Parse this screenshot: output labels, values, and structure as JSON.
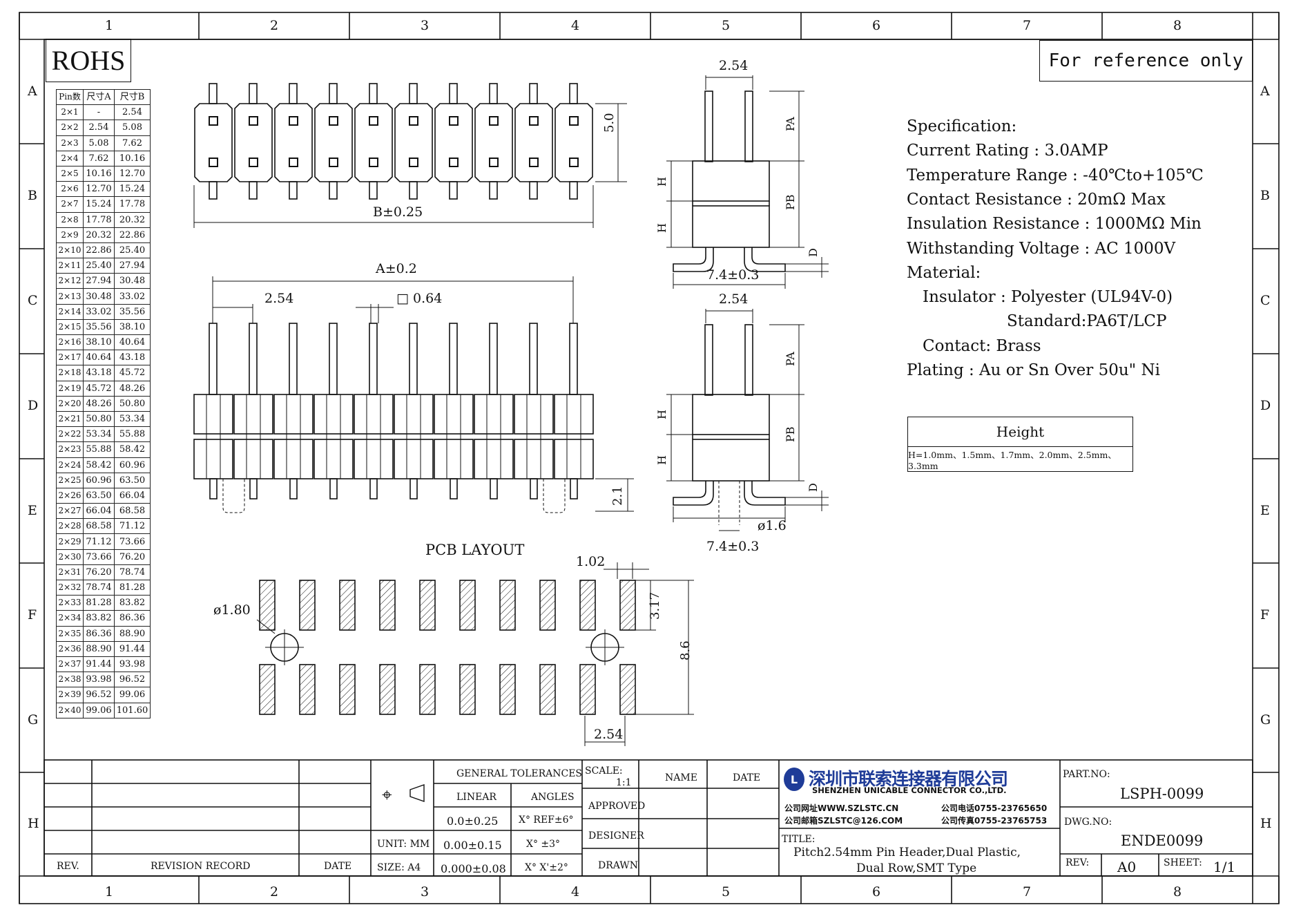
{
  "frame": {
    "cols": [
      "1",
      "2",
      "3",
      "4",
      "5",
      "6",
      "7",
      "8"
    ],
    "rows": [
      "A",
      "B",
      "C",
      "D",
      "E",
      "F",
      "G",
      "H"
    ]
  },
  "rohs": "ROHS",
  "reference_note": "For reference only",
  "pin_table": {
    "headers": [
      "Pin数",
      "尺寸A",
      "尺寸B"
    ],
    "rows": [
      [
        "2×1",
        "-",
        "2.54"
      ],
      [
        "2×2",
        "2.54",
        "5.08"
      ],
      [
        "2×3",
        "5.08",
        "7.62"
      ],
      [
        "2×4",
        "7.62",
        "10.16"
      ],
      [
        "2×5",
        "10.16",
        "12.70"
      ],
      [
        "2×6",
        "12.70",
        "15.24"
      ],
      [
        "2×7",
        "15.24",
        "17.78"
      ],
      [
        "2×8",
        "17.78",
        "20.32"
      ],
      [
        "2×9",
        "20.32",
        "22.86"
      ],
      [
        "2×10",
        "22.86",
        "25.40"
      ],
      [
        "2×11",
        "25.40",
        "27.94"
      ],
      [
        "2×12",
        "27.94",
        "30.48"
      ],
      [
        "2×13",
        "30.48",
        "33.02"
      ],
      [
        "2×14",
        "33.02",
        "35.56"
      ],
      [
        "2×15",
        "35.56",
        "38.10"
      ],
      [
        "2×16",
        "38.10",
        "40.64"
      ],
      [
        "2×17",
        "40.64",
        "43.18"
      ],
      [
        "2×18",
        "43.18",
        "45.72"
      ],
      [
        "2×19",
        "45.72",
        "48.26"
      ],
      [
        "2×20",
        "48.26",
        "50.80"
      ],
      [
        "2×21",
        "50.80",
        "53.34"
      ],
      [
        "2×22",
        "53.34",
        "55.88"
      ],
      [
        "2×23",
        "55.88",
        "58.42"
      ],
      [
        "2×24",
        "58.42",
        "60.96"
      ],
      [
        "2×25",
        "60.96",
        "63.50"
      ],
      [
        "2×26",
        "63.50",
        "66.04"
      ],
      [
        "2×27",
        "66.04",
        "68.58"
      ],
      [
        "2×28",
        "68.58",
        "71.12"
      ],
      [
        "2×29",
        "71.12",
        "73.66"
      ],
      [
        "2×30",
        "73.66",
        "76.20"
      ],
      [
        "2×31",
        "76.20",
        "78.74"
      ],
      [
        "2×32",
        "78.74",
        "81.28"
      ],
      [
        "2×33",
        "81.28",
        "83.82"
      ],
      [
        "2×34",
        "83.82",
        "86.36"
      ],
      [
        "2×35",
        "86.36",
        "88.90"
      ],
      [
        "2×36",
        "88.90",
        "91.44"
      ],
      [
        "2×37",
        "91.44",
        "93.98"
      ],
      [
        "2×38",
        "93.98",
        "96.52"
      ],
      [
        "2×39",
        "96.52",
        "99.06"
      ],
      [
        "2×40",
        "99.06",
        "101.60"
      ]
    ]
  },
  "dims": {
    "top_height": "5.0",
    "top_width": "B±0.25",
    "front_width": "A±0.2",
    "front_pitch": "2.54",
    "front_pin": "□ 0.64",
    "front_tail": "2.1",
    "side_pitch": "2.54",
    "side_width": "7.4±0.3",
    "label_pa": "PA",
    "label_pb": "PB",
    "label_h": "H",
    "label_d": "D",
    "side_peg": "ø1.6",
    "pcb_title": "PCB LAYOUT",
    "pcb_pad_w": "1.02",
    "pcb_pad_h": "3.17",
    "pcb_span": "8.6",
    "pcb_pitch": "2.54",
    "pcb_hole": "ø1.80"
  },
  "spec": {
    "lines": [
      "Specification:",
      "Current Rating : 3.0AMP",
      "Temperature Range : -40℃to+105℃",
      "Contact Resistance : 20mΩ Max",
      "Insulation Resistance : 1000MΩ Min",
      "Withstanding Voltage : AC 1000V",
      "Material:",
      "Insulator : Polyester (UL94V-0)",
      "Standard:PA6T/LCP",
      "Contact: Brass",
      "Plating : Au or Sn Over 50u\" Ni"
    ]
  },
  "height_box": {
    "title": "Height",
    "value": "H=1.0mm、1.5mm、1.7mm、2.0mm、2.5mm、3.3mm"
  },
  "title_block": {
    "rev": "REV.",
    "revision_record": "REVISION RECORD",
    "date": "DATE",
    "general_tolerances": "GENERAL TOLERANCES",
    "linear": "LINEAR",
    "angles": "ANGLES",
    "lin1": "0.0±0.25",
    "lin2": "0.00±0.15",
    "lin3": "0.000±0.08",
    "ang1": "X° REF±6°",
    "ang2": "X° ±3°",
    "ang3": "X° X'±2°",
    "unit": "UNIT: MM",
    "size": "SIZE: A4",
    "scale_label": "SCALE:",
    "scale_value": "1:1",
    "approved": "APPROVED",
    "designer": "DESIGNER",
    "drawn": "DRAWN",
    "name": "NAME",
    "date2": "DATE",
    "company_cn": "深圳市联索连接器有限公司",
    "company_en": "SHENZHEN UNICABLE CONNECTOR CO.,LTD.",
    "web": "公司网址WWW.SZLSTC.CN",
    "phone": "公司电话0755-23765650",
    "mail": "公司邮箱SZLSTC@126.COM",
    "fax": "公司传真0755-23765753",
    "title_label": "TITLE:",
    "title_line1": "Pitch2.54mm Pin Header,Dual Plastic,",
    "title_line2": "Dual Row,SMT Type",
    "part_no_label": "PART.NO:",
    "part_no": "LSPH-0099",
    "dwg_no_label": "DWG.NO:",
    "dwg_no": "ENDE0099",
    "rev_label": "REV:",
    "rev_value": "A0",
    "sheet_label": "SHEET:",
    "sheet_value": "1/1"
  }
}
